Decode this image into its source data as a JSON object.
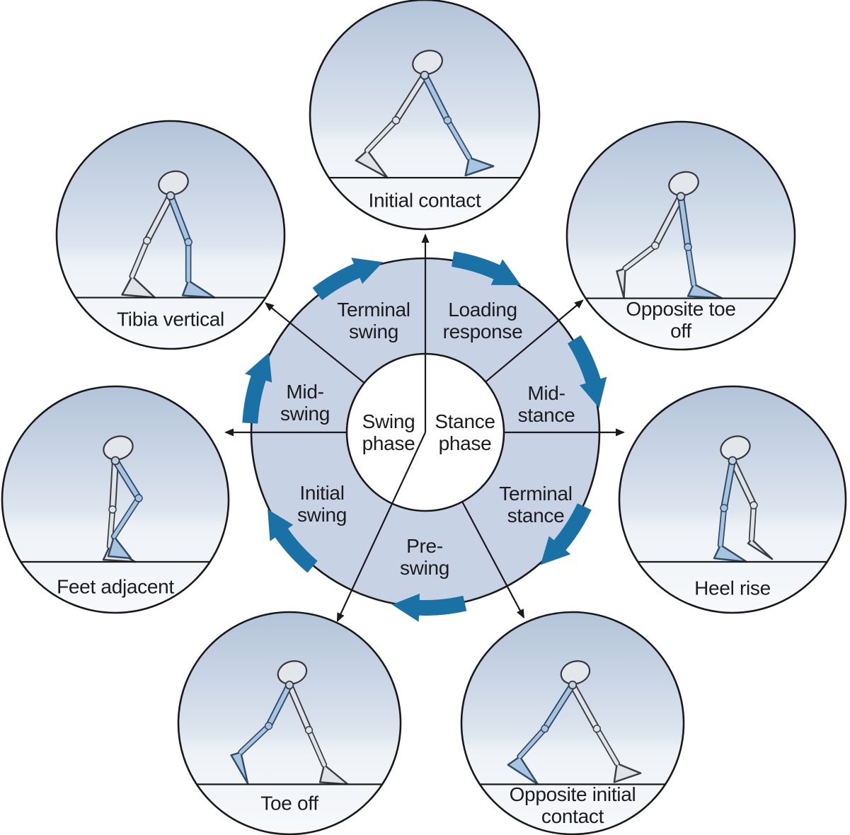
{
  "figure": {
    "description": "Gait cycle wheel diagram with skeletal leg poses"
  },
  "wheel": {
    "hub": {
      "left_label": "Swing\nphase",
      "right_label": "Stance\nphase"
    },
    "segments": [
      {
        "id": "terminal-swing",
        "label": "Terminal\nswing"
      },
      {
        "id": "loading-response",
        "label": "Loading\nresponse"
      },
      {
        "id": "mid-stance",
        "label": "Mid-\nstance"
      },
      {
        "id": "terminal-stance",
        "label": "Terminal\nstance"
      },
      {
        "id": "pre-swing",
        "label": "Pre-\nswing"
      },
      {
        "id": "initial-swing",
        "label": "Initial\nswing"
      },
      {
        "id": "mid-swing",
        "label": "Mid-\nswing"
      }
    ]
  },
  "stations": [
    {
      "id": "initial-contact",
      "label": "Initial contact"
    },
    {
      "id": "opposite-toe-off",
      "label": "Opposite toe\noff"
    },
    {
      "id": "heel-rise",
      "label": "Heel rise"
    },
    {
      "id": "opposite-initial-contact",
      "label": "Opposite initial\ncontact"
    },
    {
      "id": "toe-off",
      "label": "Toe off"
    },
    {
      "id": "feet-adjacent",
      "label": "Feet adjacent"
    },
    {
      "id": "tibia-vertical",
      "label": "Tibia vertical"
    }
  ],
  "colors": {
    "cycle_arrow": "#1a71a6",
    "ring_fill": "#c7d2e4",
    "hub_fill": "#ffffff",
    "outline": "#1a1a1a",
    "bone_gray": "#e0e4e9",
    "bone_gray_outline": "#3a3f45",
    "bone_blue": "#a9c4e0",
    "bone_blue_outline": "#2f4d69",
    "pelvis_fill": "#e3e6ea",
    "circle_top": "#b3c3d9",
    "circle_bottom": "#f7f9fb",
    "text": "#1c1c1c"
  }
}
